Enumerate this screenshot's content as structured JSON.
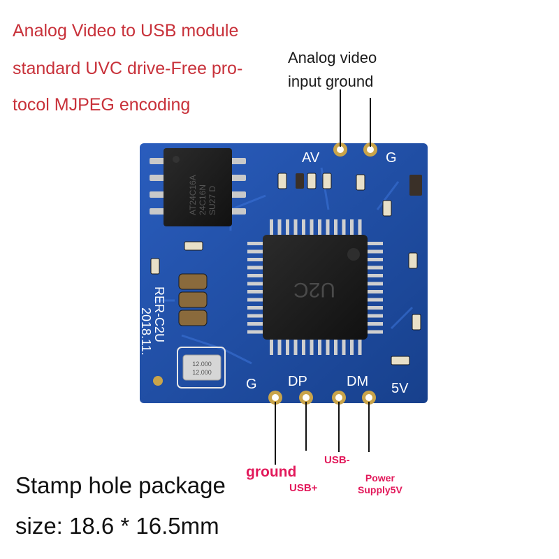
{
  "header": {
    "title_lines": [
      "Analog Video to USB module",
      "standard UVC drive-Free pro-",
      "tocol MJPEG encoding"
    ]
  },
  "top_annotation": {
    "lines": [
      "Analog video",
      "input ground"
    ]
  },
  "board": {
    "silkscreen": {
      "av": "AV",
      "g_top": "G",
      "g_bottom": "G",
      "dp": "DP",
      "dm": "DM",
      "v5": "5V",
      "model": "RER-C2U",
      "date": "2018.11."
    },
    "eeprom_text": [
      "AT24C16A",
      "24C16N",
      "SU27 D"
    ],
    "chip_text": "U2C",
    "crystal_text": [
      "12.000",
      "12.000"
    ]
  },
  "pin_labels": {
    "ground": "ground",
    "usb_plus": "USB+",
    "usb_minus": "USB-",
    "power": "Power\nSupply5V"
  },
  "captions": {
    "package": "Stamp hole package",
    "size": "size: 18.6 * 16.5mm"
  },
  "colors": {
    "title_red": "#c8313a",
    "pcb_blue": "#1f4fa8",
    "pin_label_pink": "#e2185a",
    "gold": "#c9a44a"
  }
}
